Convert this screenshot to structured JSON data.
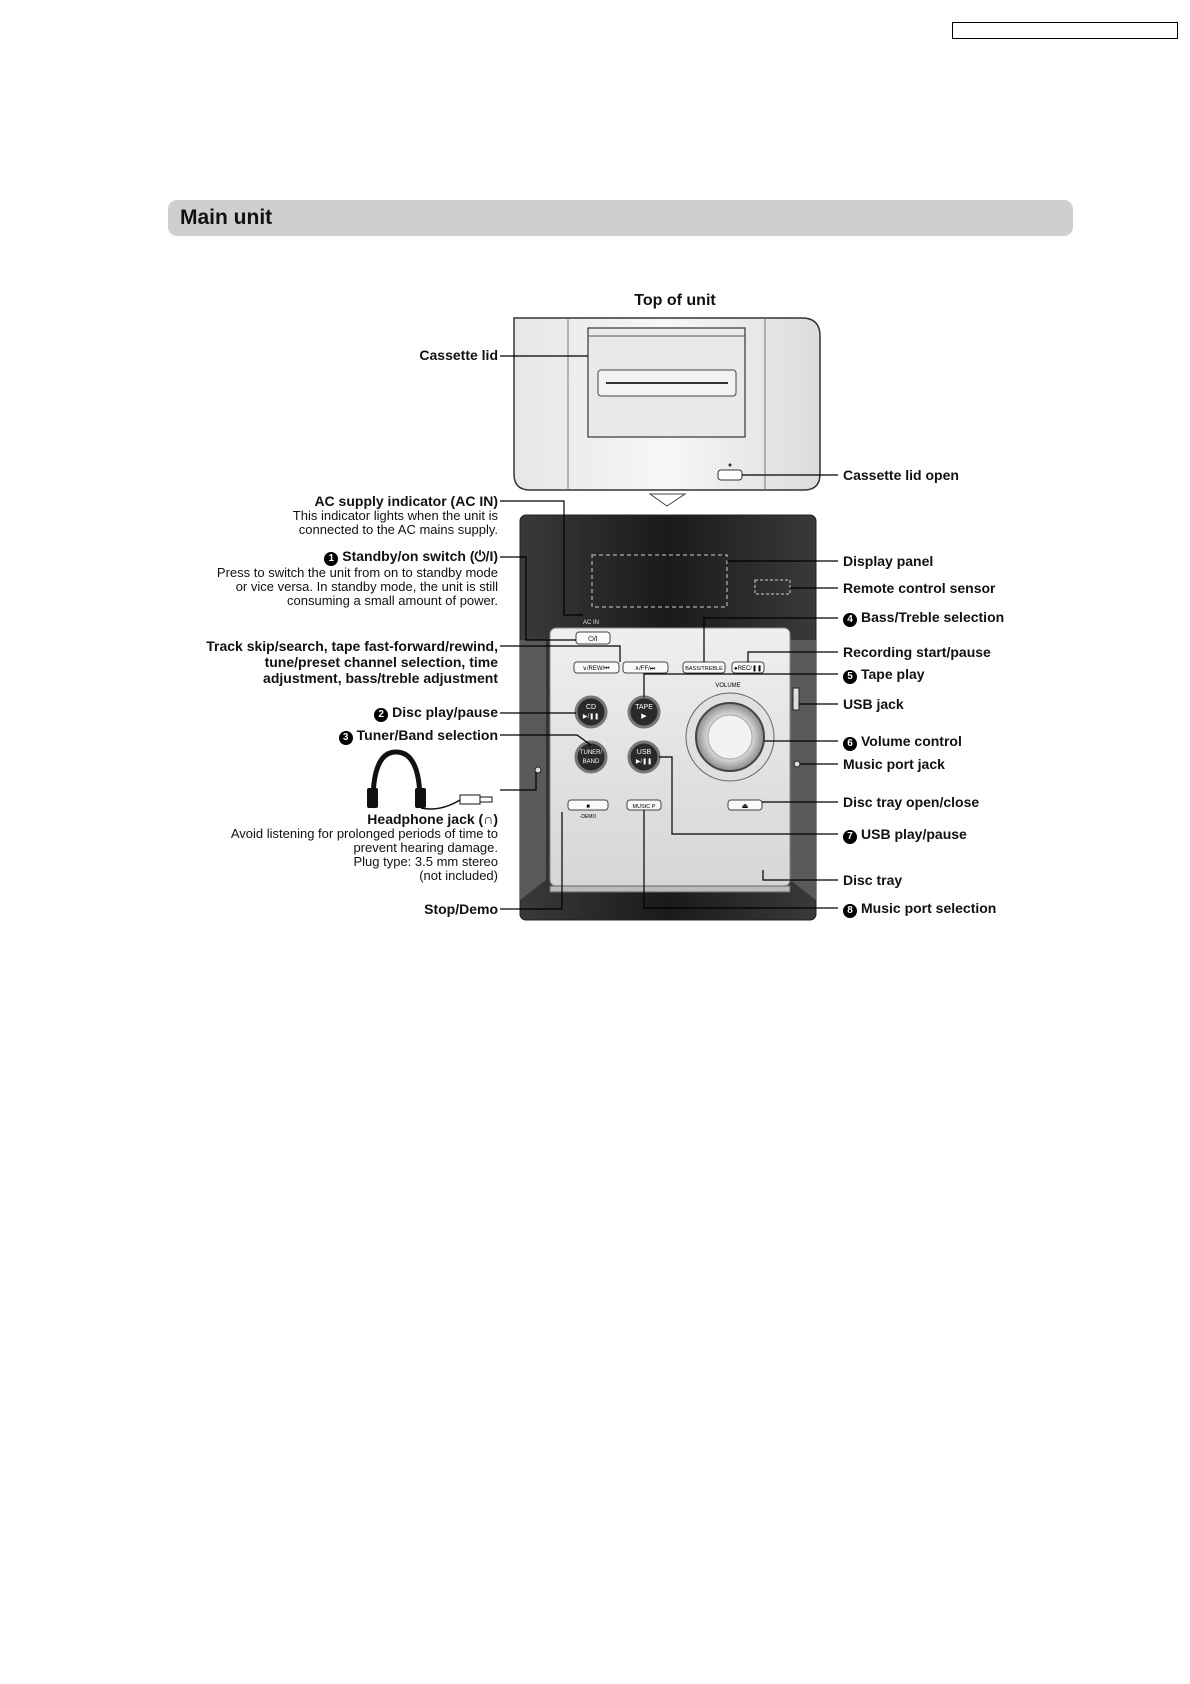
{
  "section": {
    "title": "Main unit"
  },
  "top_heading": "Top of unit",
  "icons": {
    "power": "power-icon",
    "headphone": "headphone-icon"
  },
  "labels_left": {
    "cassette_lid": "Cassette lid",
    "ac_supply_title": "AC supply indicator (AC IN)",
    "ac_supply_desc1": "This indicator lights when the unit is",
    "ac_supply_desc2": "connected to the AC mains supply.",
    "standby_num": "1",
    "standby_title": "Standby/on switch (⏻/I)",
    "standby_desc1": "Press to switch the unit from on to standby mode",
    "standby_desc2": "or vice versa. In standby mode, the unit is still",
    "standby_desc3": "consuming a small amount of power.",
    "track_line1": "Track skip/search, tape fast-forward/rewind,",
    "track_line2": "tune/preset channel selection, time",
    "track_line3": "adjustment, bass/treble adjustment",
    "disc_num": "2",
    "disc_play": "Disc play/pause",
    "tuner_num": "3",
    "tuner_band": "Tuner/Band selection",
    "headphone_title": "Headphone jack (∩)",
    "headphone_desc1": "Avoid listening for prolonged periods of time to",
    "headphone_desc2": "prevent hearing damage.",
    "headphone_desc3": "Plug type: 3.5 mm stereo",
    "headphone_desc4": "(not included)",
    "stop_demo": "Stop/Demo"
  },
  "labels_right": {
    "cassette_lid_open": "Cassette lid open",
    "display_panel": "Display panel",
    "remote_sensor": "Remote control sensor",
    "bass_num": "4",
    "bass_treble": "Bass/Treble selection",
    "recording": "Recording start/pause",
    "tape_num": "5",
    "tape_play": "Tape play",
    "usb_jack": "USB jack",
    "volume_num": "6",
    "volume": "Volume control",
    "music_port_jack": "Music port jack",
    "disc_tray_open": "Disc tray open/close",
    "usb_play_num": "7",
    "usb_play": "USB play/pause",
    "disc_tray": "Disc tray",
    "music_port_num": "8",
    "music_port_sel": "Music port selection"
  },
  "unit_markings": {
    "ac_in": "AC IN",
    "power_btn": "⏻/I",
    "rew": "∨/REW/⏮",
    "ff": "∧/FF/⏭",
    "bass_treble": "BASS/TREBLE",
    "rec": "●REC/❚❚",
    "volume": "VOLUME",
    "cd": "CD",
    "cd_sym": "▶/❚❚",
    "tape": "TAPE",
    "tape_sym": "▶",
    "tuner1": "TUNER/",
    "tuner2": "BAND",
    "usb": "USB",
    "usb_sym": "▶/❚❚",
    "stop": "■",
    "demo": "-DEMO",
    "music_p": "MUSIC P",
    "eject": "⏏"
  }
}
